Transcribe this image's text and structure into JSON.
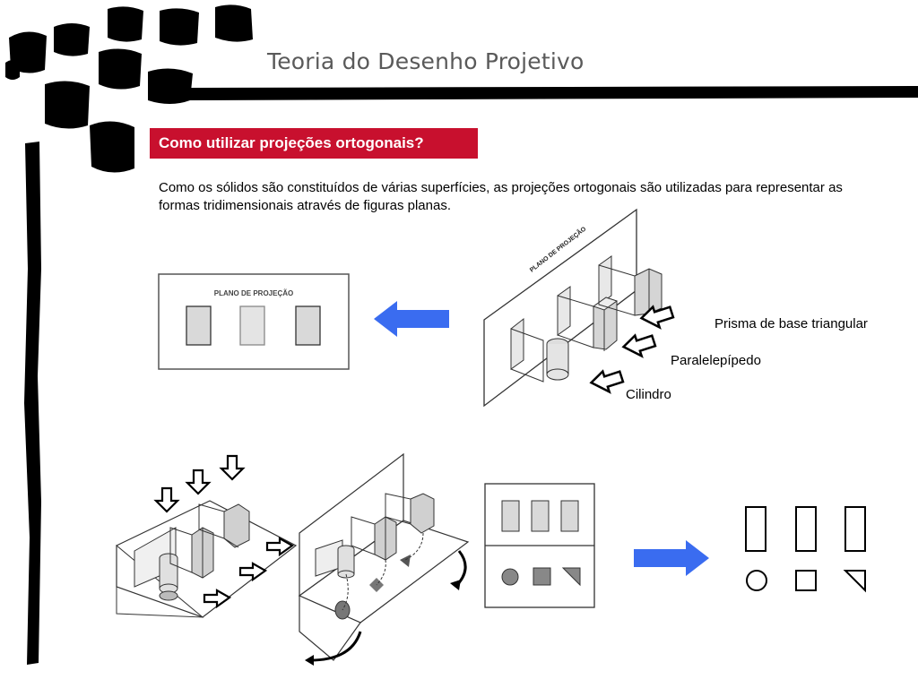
{
  "slide": {
    "title": "Teoria do Desenho Projetivo",
    "heading": "Como utilizar projeções ortogonais?",
    "intro_text": "Como os sólidos são constituídos de várias superfícies, as projeções ortogonais são utilizadas para representar as formas tridimensionais através de figuras planas."
  },
  "diagram": {
    "projection_plane_label": "PLANO DE PROJEÇÃO",
    "plane_label_3d": "PLANO DE PROJEÇÃO",
    "solids": [
      {
        "label": "Prisma de base triangular"
      },
      {
        "label": "Paralelepípedo"
      },
      {
        "label": "Cilindro"
      }
    ]
  },
  "colors": {
    "heading_background": "#c8102e",
    "arrow_blue": "#3a6cf0",
    "title_text": "#5a5a5a"
  }
}
